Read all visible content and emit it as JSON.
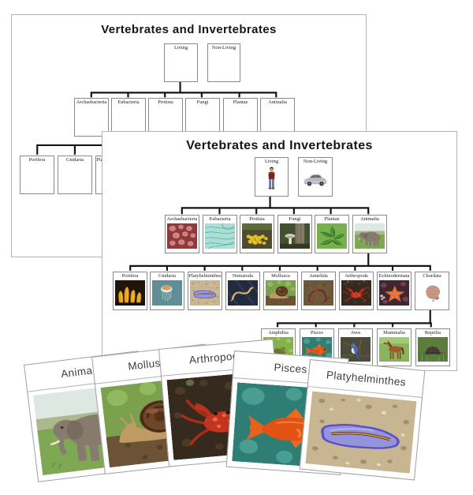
{
  "colors": {
    "page_border": "#b3b3b3",
    "box_border": "#8a8a8a",
    "connector_line": "#141414",
    "title_text": "#151515",
    "box_label_text": "#222222",
    "card_border": "#9f9f9f",
    "card_text": "#3d3d3d"
  },
  "back_chart": {
    "title": "Vertebrates and Invertebrates",
    "roots": [
      {
        "label": "Living"
      },
      {
        "label": "Non-Living"
      }
    ],
    "kingdoms": [
      {
        "label": "Archaebacteria"
      },
      {
        "label": "Eubacteria"
      },
      {
        "label": "Protista"
      },
      {
        "label": "Fungi"
      },
      {
        "label": "Plantae"
      },
      {
        "label": "Animalia"
      }
    ],
    "phyla": [
      {
        "label": "Porifera"
      },
      {
        "label": "Cnidaria"
      },
      {
        "label": "Platyhelminthes"
      }
    ]
  },
  "front_chart": {
    "title": "Vertebrates and Invertebrates",
    "roots": [
      {
        "label": "Living",
        "image": "person"
      },
      {
        "label": "Non-Living",
        "image": "car"
      }
    ],
    "kingdoms": [
      {
        "label": "Archaebacteria",
        "image": "archaea"
      },
      {
        "label": "Eubacteria",
        "image": "bacteria"
      },
      {
        "label": "Protista",
        "image": "slime-mold"
      },
      {
        "label": "Fungi",
        "image": "mushroom"
      },
      {
        "label": "Plantae",
        "image": "fern"
      },
      {
        "label": "Animalia",
        "image": "elephant"
      }
    ],
    "phyla": [
      {
        "label": "Porifera",
        "image": "sponge"
      },
      {
        "label": "Cnidaria",
        "image": "jellyfish"
      },
      {
        "label": "Platyhelminthes",
        "image": "flatworm"
      },
      {
        "label": "Nematoda",
        "image": "nematode"
      },
      {
        "label": "Mollusca",
        "image": "snail"
      },
      {
        "label": "Annelida",
        "image": "earthworm"
      },
      {
        "label": "Arthropoda",
        "image": "crab"
      },
      {
        "label": "Echinodermata",
        "image": "starfish"
      },
      {
        "label": "Chordata",
        "image": "brain"
      }
    ],
    "classes": [
      {
        "label": "Amphibia",
        "image": "frog"
      },
      {
        "label": "Pisces",
        "image": "fish"
      },
      {
        "label": "Aves",
        "image": "blue-jay"
      },
      {
        "label": "Mammalia",
        "image": "horse"
      },
      {
        "label": "Reptilia",
        "image": "turtle"
      }
    ]
  },
  "cards": [
    {
      "label": "Animalia",
      "image": "elephant"
    },
    {
      "label": "Mollusca",
      "image": "snail"
    },
    {
      "label": "Arthropoda",
      "image": "crab"
    },
    {
      "label": "Pisces",
      "image": "fish"
    },
    {
      "label": "Platyhelminthes",
      "image": "flatworm"
    }
  ]
}
